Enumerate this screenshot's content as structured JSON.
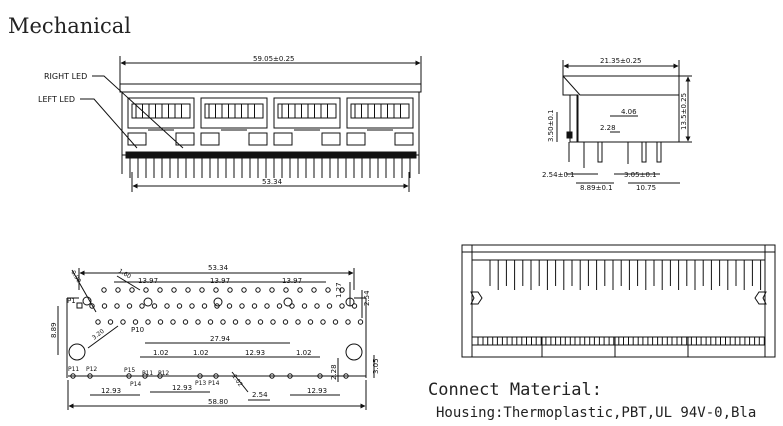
{
  "page_title": "Mechanical",
  "front_view": {
    "right_led_label": "RIGHT LED",
    "left_led_label": "LEFT LED",
    "overall_width": "59.05±0.25",
    "pin_span": "53.34"
  },
  "side_view": {
    "width": "21.35±0.25",
    "height": "13.5±0.25",
    "d_4_06": "4.06",
    "d_2_28": "2.28",
    "d_3_50": "3.50±0.1",
    "d_2_54": "2.54±0.1",
    "d_3_05": "3.05±0.1",
    "d_8_89": "8.89±0.1",
    "d_10_75": "10.75"
  },
  "footprint": {
    "d_53_34": "53.34",
    "d_13_97_a": "13.97",
    "d_13_97_b": "13.97",
    "d_13_97_c": "13.97",
    "d_0_90": "0.90",
    "d_1_60": "1.60",
    "d_3_20": "3.20",
    "d_1_27": "1.27",
    "d_2_54_right": "2.54",
    "d_8_89": "8.89",
    "p1": "P1",
    "p10": "P10",
    "d_27_94": "27.94",
    "d_1_02_a": "1.02",
    "d_1_02_b": "1.02",
    "d_1_02_c": "1.02",
    "d_12_93_mid": "12.93",
    "p11": "P11",
    "p12_a": "P12",
    "p15": "P15",
    "p11_b": "P11",
    "p12_b": "P12",
    "p14": "P14",
    "p13_p14": "P13 P14",
    "d_3_05": "3.05",
    "d_2_28": "2.28",
    "d_1_02_diag": "1.02",
    "d_2_54_bottom": "2.54",
    "d_12_93_left": "12.93",
    "d_12_93_c": "12.93",
    "d_12_93_right": "12.93",
    "d_58_80": "58.80"
  },
  "connect_material_title": "Connect Material:",
  "housing_text": "Housing:Thermoplastic,PBT,UL 94V-0,Bla"
}
